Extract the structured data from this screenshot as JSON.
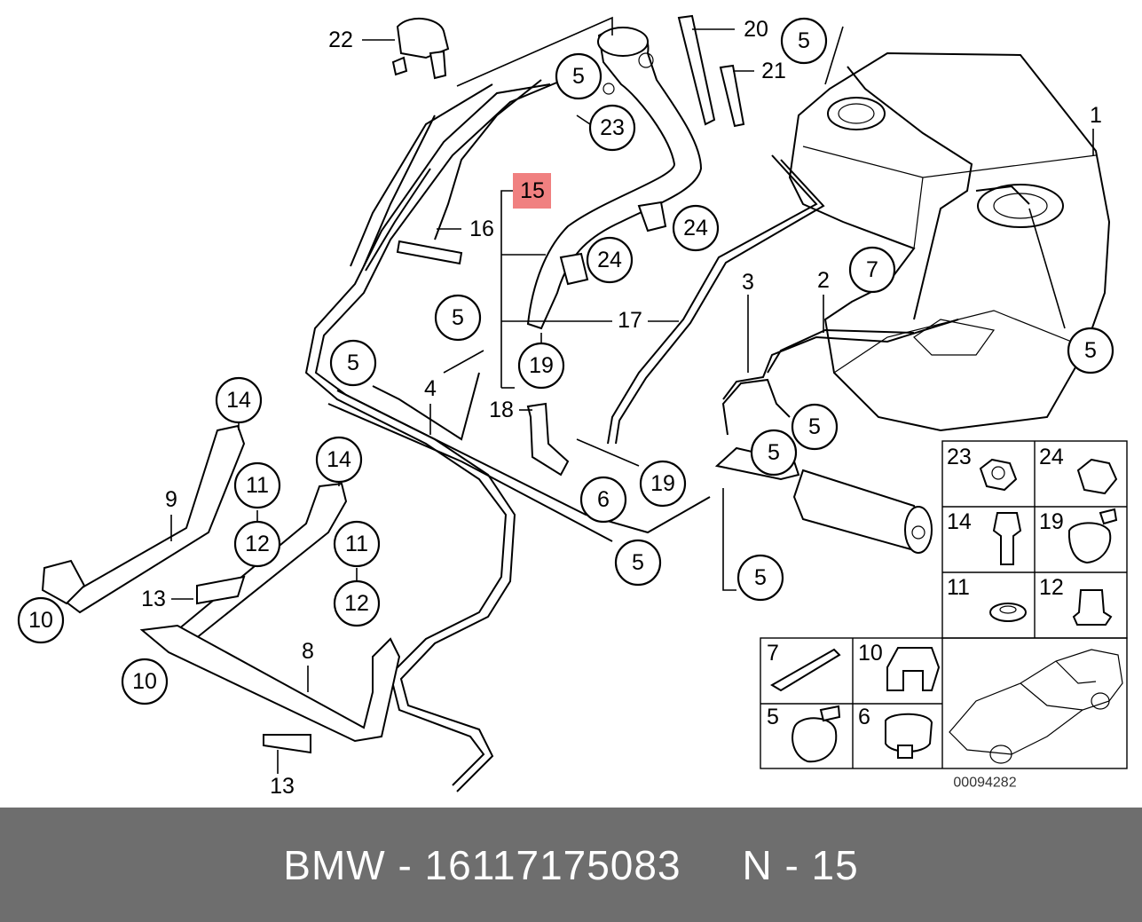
{
  "diagram": {
    "callouts": {
      "c22": "22",
      "c20": "20",
      "c21": "21",
      "c1": "1",
      "c5_top_tank": "5",
      "c5_filler": "5",
      "c23": "23",
      "c15": "15",
      "c16": "16",
      "c24_a": "24",
      "c24_b": "24",
      "c7": "7",
      "c3": "3",
      "c2": "2",
      "c17": "17",
      "c5_mid": "5",
      "c5_left": "5",
      "c4": "4",
      "c19_a": "19",
      "c18": "18",
      "c5_right_tank": "5",
      "c5_pump_a": "5",
      "c5_pump_b": "5",
      "c14_a": "14",
      "c14_b": "14",
      "c11_a": "11",
      "c11_b": "11",
      "c12_a": "12",
      "c12_b": "12",
      "c9": "9",
      "c13_a": "13",
      "c13_b": "13",
      "c10_a": "10",
      "c10_b": "10",
      "c8": "8",
      "c6": "6",
      "c19_b": "19",
      "c5_hose_end": "5",
      "c5_lower_right": "5"
    },
    "parts_table": {
      "t23": "23",
      "t24": "24",
      "t14": "14",
      "t19": "19",
      "t11": "11",
      "t12": "12",
      "t7": "7",
      "t10": "10",
      "t5": "5",
      "t6": "6"
    },
    "drawing_number": "00094282",
    "highlight_color": "#f08080"
  },
  "footer": {
    "text": "BMW - 16117175083     N - 15"
  }
}
